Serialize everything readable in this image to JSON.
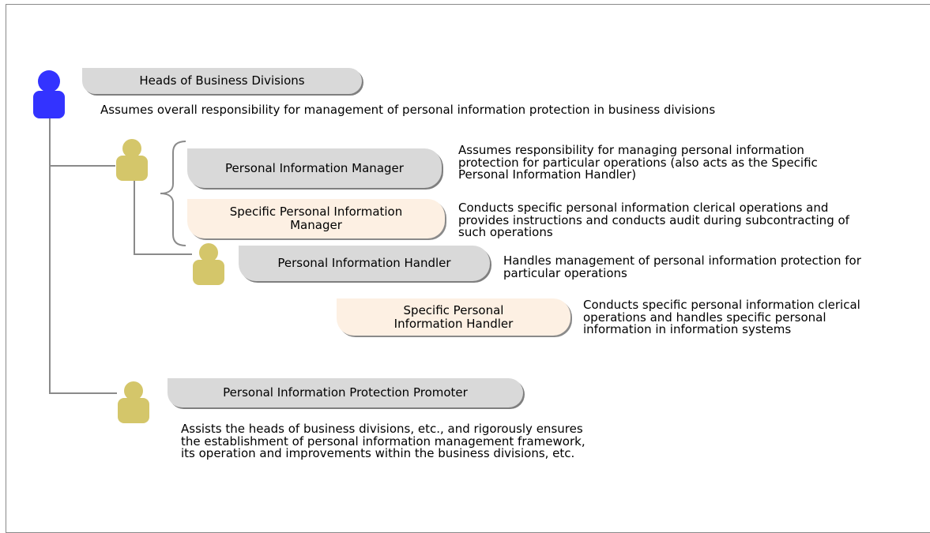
{
  "heads": {
    "title": "Heads of Business Divisions",
    "desc": "Assumes overall responsibility for management of personal information protection in business divisions"
  },
  "manager": {
    "title": "Personal Information Manager",
    "desc": [
      "Assumes responsibility for managing personal information",
      "protection for particular operations (also acts as the Specific",
      "Personal Information Handler)"
    ]
  },
  "specific_manager": {
    "title": [
      "Specific Personal Information",
      "Manager"
    ],
    "desc": [
      "Conducts specific personal information clerical operations and",
      "provides instructions and conducts audit during subcontracting of",
      "such operations"
    ]
  },
  "handler": {
    "title": "Personal Information Handler",
    "desc": [
      "Handles management of personal information protection for",
      "particular operations"
    ]
  },
  "specific_handler": {
    "title": [
      "Specific Personal",
      "Information Handler"
    ],
    "desc": [
      "Conducts specific personal information clerical",
      "operations and handles specific personal",
      "information in information systems"
    ]
  },
  "promoter": {
    "title": "Personal Information Protection Promoter",
    "desc": [
      "Assists the heads of business divisions, etc., and rigorously ensures",
      "the establishment of personal information management framework,",
      "its operation and improvements within the business divisions, etc."
    ]
  },
  "colors": {
    "head_person": "#3333ff",
    "person": "#d4c66a",
    "pill_gray": "#d9d9d9",
    "pill_cream": "#fdf0e3",
    "connector": "#8a8a8a"
  },
  "icons": {
    "head": "person-icon",
    "member": "person-icon",
    "grouping": "curly-brace-icon"
  }
}
